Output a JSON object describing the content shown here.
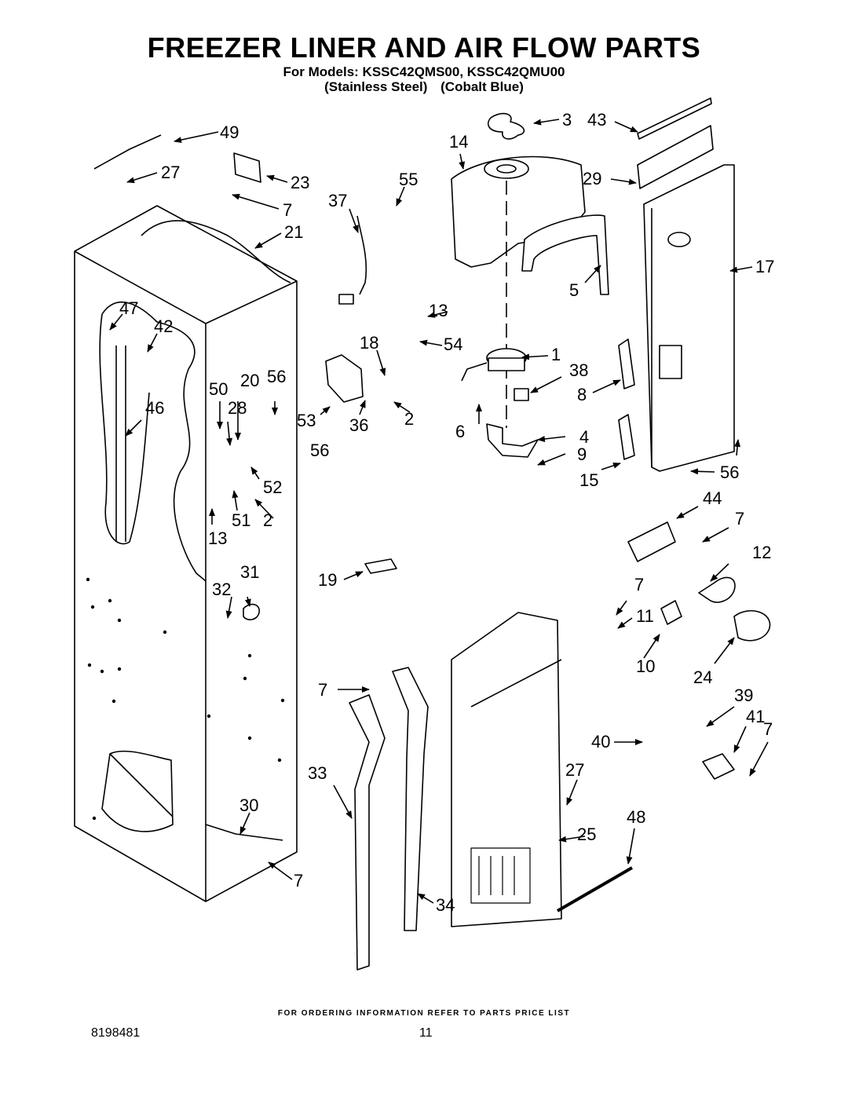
{
  "header": {
    "title": "FREEZER LINER AND AIR FLOW PARTS",
    "models_line": "For Models: KSSC42QMS00, KSSC42QMU00",
    "finish_1": "(Stainless Steel)",
    "finish_2": "(Cobalt Blue)"
  },
  "callouts": [
    {
      "id": "c49",
      "label": "49"
    },
    {
      "id": "c27a",
      "label": "27"
    },
    {
      "id": "c23",
      "label": "23"
    },
    {
      "id": "c7a",
      "label": "7"
    },
    {
      "id": "c21",
      "label": "21"
    },
    {
      "id": "c14",
      "label": "14"
    },
    {
      "id": "c3",
      "label": "3"
    },
    {
      "id": "c43",
      "label": "43"
    },
    {
      "id": "c55",
      "label": "55"
    },
    {
      "id": "c37",
      "label": "37"
    },
    {
      "id": "c29",
      "label": "29"
    },
    {
      "id": "c17",
      "label": "17"
    },
    {
      "id": "c5",
      "label": "5"
    },
    {
      "id": "c47",
      "label": "47"
    },
    {
      "id": "c42",
      "label": "42"
    },
    {
      "id": "c13a",
      "label": "13"
    },
    {
      "id": "c18",
      "label": "18"
    },
    {
      "id": "c54",
      "label": "54"
    },
    {
      "id": "c1",
      "label": "1"
    },
    {
      "id": "c38",
      "label": "38"
    },
    {
      "id": "c8",
      "label": "8"
    },
    {
      "id": "c50",
      "label": "50"
    },
    {
      "id": "c20",
      "label": "20"
    },
    {
      "id": "c56a",
      "label": "56"
    },
    {
      "id": "c46",
      "label": "46"
    },
    {
      "id": "c28",
      "label": "28"
    },
    {
      "id": "c53",
      "label": "53"
    },
    {
      "id": "c36",
      "label": "36"
    },
    {
      "id": "c2a",
      "label": "2"
    },
    {
      "id": "c6",
      "label": "6"
    },
    {
      "id": "c4",
      "label": "4"
    },
    {
      "id": "c9",
      "label": "9"
    },
    {
      "id": "c56b",
      "label": "56"
    },
    {
      "id": "c15",
      "label": "15"
    },
    {
      "id": "c56c",
      "label": "56"
    },
    {
      "id": "c52",
      "label": "52"
    },
    {
      "id": "c51",
      "label": "51"
    },
    {
      "id": "c2b",
      "label": "2"
    },
    {
      "id": "c13b",
      "label": "13"
    },
    {
      "id": "c44",
      "label": "44"
    },
    {
      "id": "c7b",
      "label": "7"
    },
    {
      "id": "c12",
      "label": "12"
    },
    {
      "id": "c31",
      "label": "31"
    },
    {
      "id": "c32",
      "label": "32"
    },
    {
      "id": "c19",
      "label": "19"
    },
    {
      "id": "c7c",
      "label": "7"
    },
    {
      "id": "c11",
      "label": "11"
    },
    {
      "id": "c10",
      "label": "10"
    },
    {
      "id": "c24",
      "label": "24"
    },
    {
      "id": "c7d",
      "label": "7"
    },
    {
      "id": "c39",
      "label": "39"
    },
    {
      "id": "c41",
      "label": "41"
    },
    {
      "id": "c7e",
      "label": "7"
    },
    {
      "id": "c40",
      "label": "40"
    },
    {
      "id": "c33",
      "label": "33"
    },
    {
      "id": "c27b",
      "label": "27"
    },
    {
      "id": "c30",
      "label": "30"
    },
    {
      "id": "c48",
      "label": "48"
    },
    {
      "id": "c25",
      "label": "25"
    },
    {
      "id": "c7f",
      "label": "7"
    },
    {
      "id": "c34",
      "label": "34"
    }
  ],
  "footer": {
    "ordering_note": "FOR ORDERING INFORMATION REFER TO PARTS PRICE LIST",
    "doc_number": "8198481",
    "page_number": "11"
  }
}
